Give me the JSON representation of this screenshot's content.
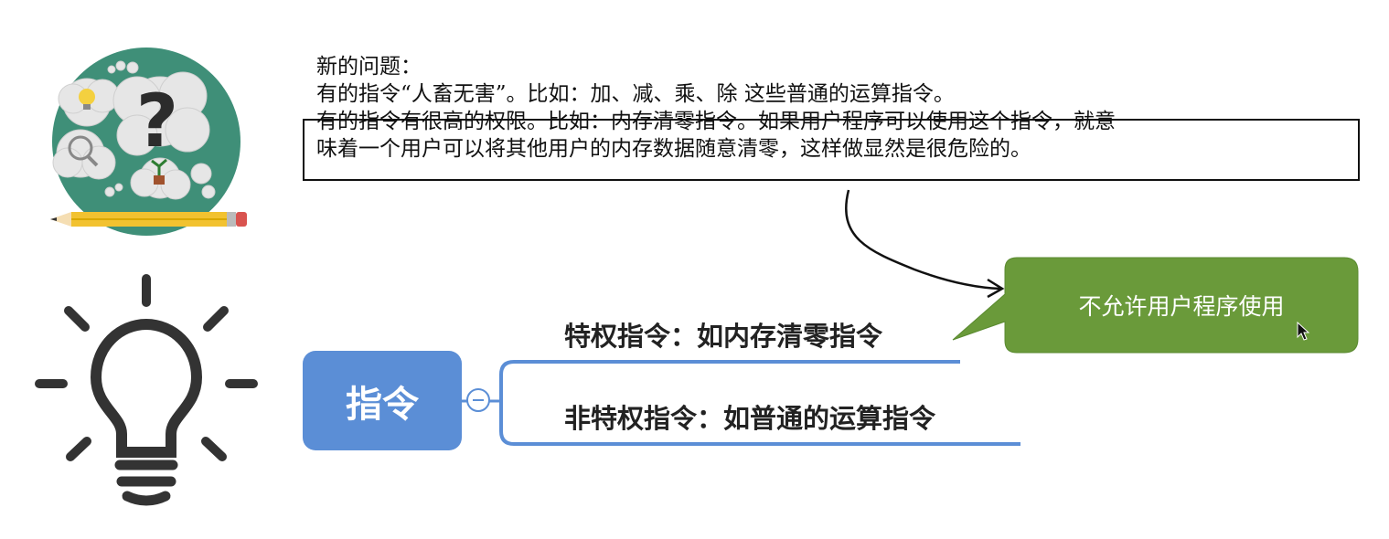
{
  "intro": {
    "heading": "新的问题：",
    "line1": "有的指令“人畜无害”。比如：加、减、乘、除 这些普通的运算指令。",
    "line2": "有的指令有很高的权限。比如：内存清零指令。如果用户程序可以使用这个指令，就意",
    "line3": "味着一个用户可以将其他用户的内存数据随意清零，这样做显然是很危险的。"
  },
  "mindmap": {
    "root": "指令",
    "branches": [
      {
        "label": "特权指令：如内存清零指令"
      },
      {
        "label": "非特权指令：如普通的运算指令"
      }
    ]
  },
  "callout": {
    "text": "不允许用户程序使用"
  },
  "colors": {
    "node_blue": "#5b8ed6",
    "callout_green": "#6a9a3a",
    "badge_teal": "#3f8f78",
    "pencil_yellow": "#f2c230",
    "bulb_dark": "#333333"
  },
  "icons": {
    "question_badge": "question-cloud-badge-icon",
    "lightbulb": "lightbulb-icon",
    "cursor": "mouse-cursor-icon",
    "collapse": "collapse-minus-icon"
  }
}
